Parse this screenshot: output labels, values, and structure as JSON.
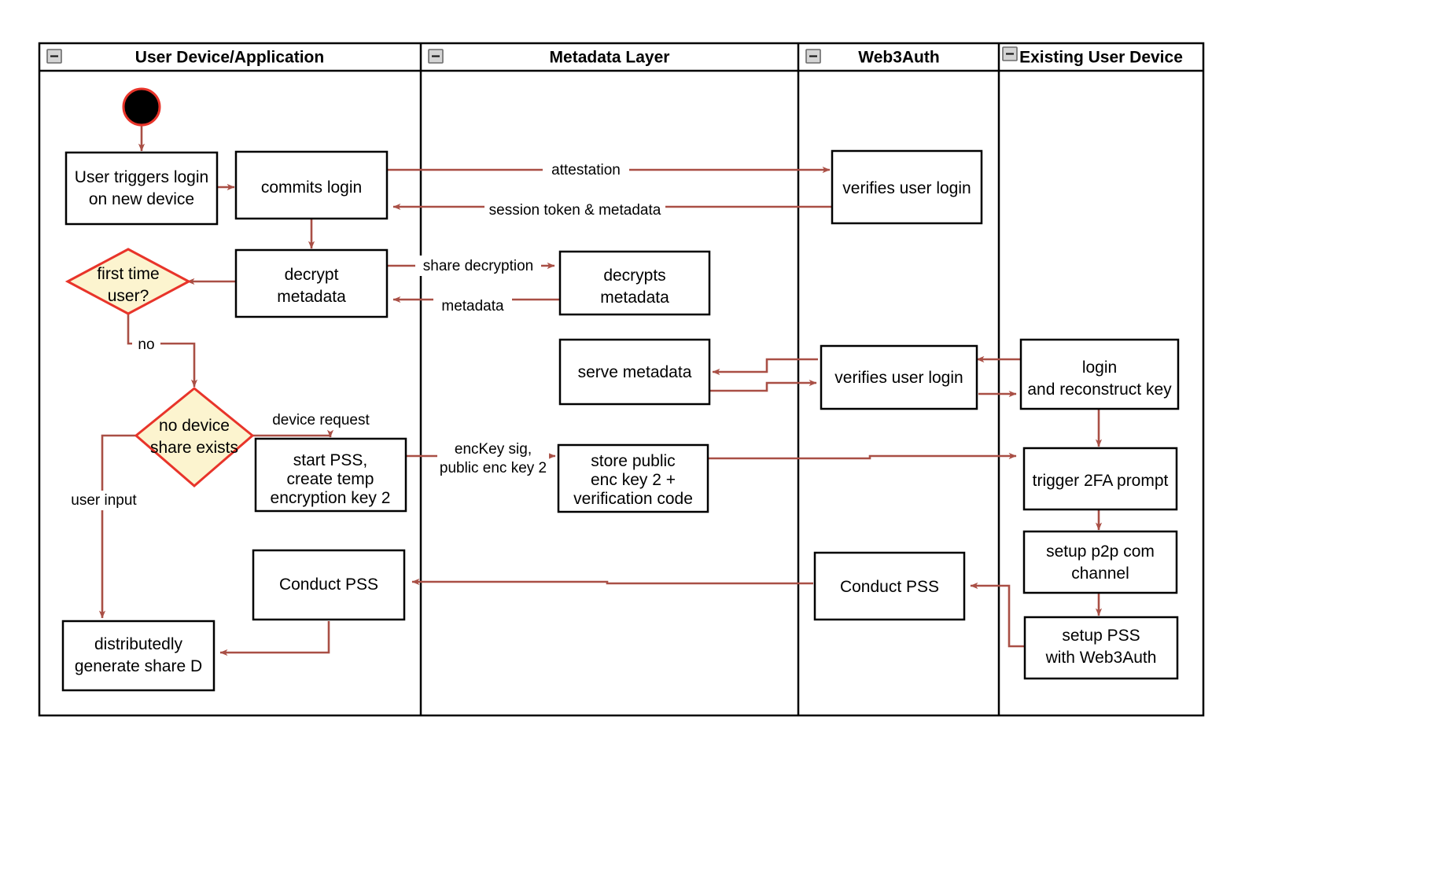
{
  "diagram": {
    "title": "Web3Auth new-device login activity diagram",
    "colors": {
      "edge": "#a94f45",
      "decision_fill": "#fcf4cf",
      "decision_stroke": "#e8342a",
      "node_stroke": "#000000",
      "node_fill": "#ffffff",
      "start_fill": "#000000",
      "start_stroke": "#e8342a",
      "lane_stroke": "#000000"
    },
    "lanes": [
      {
        "id": "lane-user-device",
        "label": "User Device/Application",
        "collapse_icon": "minus-icon"
      },
      {
        "id": "lane-metadata",
        "label": "Metadata Layer",
        "collapse_icon": "minus-icon"
      },
      {
        "id": "lane-web3auth",
        "label": "Web3Auth",
        "collapse_icon": "minus-icon"
      },
      {
        "id": "lane-existing-device",
        "label": "Existing User Device",
        "collapse_icon": "minus-icon"
      }
    ],
    "nodes": [
      {
        "id": "start",
        "type": "start",
        "label": "",
        "lane": "lane-user-device"
      },
      {
        "id": "user-triggers-login",
        "type": "activity",
        "label": "User triggers login\non new device",
        "lane": "lane-user-device"
      },
      {
        "id": "commits-login",
        "type": "activity",
        "label": "commits login",
        "lane": "lane-user-device"
      },
      {
        "id": "verifies-user-login-1",
        "type": "activity",
        "label": "verifies user login",
        "lane": "lane-web3auth"
      },
      {
        "id": "decrypt-metadata",
        "type": "activity",
        "label": "decrypt\nmetadata",
        "lane": "lane-user-device"
      },
      {
        "id": "first-time-user",
        "type": "decision",
        "label": "first time\nuser?",
        "lane": "lane-user-device"
      },
      {
        "id": "decrypts-metadata",
        "type": "activity",
        "label": "decrypts\nmetadata",
        "lane": "lane-metadata"
      },
      {
        "id": "serve-metadata",
        "type": "activity",
        "label": "serve metadata",
        "lane": "lane-metadata"
      },
      {
        "id": "verifies-user-login-2",
        "type": "activity",
        "label": "verifies user login",
        "lane": "lane-web3auth"
      },
      {
        "id": "login-reconstruct-key",
        "type": "activity",
        "label": "login\nand reconstruct key",
        "lane": "lane-existing-device"
      },
      {
        "id": "no-device-share-exists",
        "type": "decision",
        "label": "no device\nshare exists",
        "lane": "lane-user-device"
      },
      {
        "id": "start-pss",
        "type": "activity",
        "label": "start PSS,\ncreate temp\nencryption key 2",
        "lane": "lane-user-device"
      },
      {
        "id": "store-public-enc-key",
        "type": "activity",
        "label": "store public\nenc key 2 +\nverification code",
        "lane": "lane-metadata"
      },
      {
        "id": "trigger-2fa-prompt",
        "type": "activity",
        "label": "trigger 2FA prompt",
        "lane": "lane-existing-device"
      },
      {
        "id": "setup-p2p-channel",
        "type": "activity",
        "label": "setup p2p com\nchannel",
        "lane": "lane-existing-device"
      },
      {
        "id": "conduct-pss-left",
        "type": "activity",
        "label": "Conduct PSS",
        "lane": "lane-user-device"
      },
      {
        "id": "conduct-pss-right",
        "type": "activity",
        "label": "Conduct PSS",
        "lane": "lane-web3auth"
      },
      {
        "id": "setup-pss-web3auth",
        "type": "activity",
        "label": "setup PSS\nwith Web3Auth",
        "lane": "lane-existing-device"
      },
      {
        "id": "distributedly-generate-share-d",
        "type": "activity",
        "label": "distributedly\ngenerate share D",
        "lane": "lane-user-device"
      }
    ],
    "node_labels": {
      "user_triggers_login_l1": "User triggers login",
      "user_triggers_login_l2": "on new device",
      "commits_login": "commits login",
      "verifies_user_login_1": "verifies user login",
      "decrypt_metadata_l1": "decrypt",
      "decrypt_metadata_l2": "metadata",
      "first_time_user_l1": "first time",
      "first_time_user_l2": "user?",
      "decrypts_metadata_l1": "decrypts",
      "decrypts_metadata_l2": "metadata",
      "serve_metadata": "serve metadata",
      "verifies_user_login_2": "verifies user login",
      "login_reconstruct_l1": "login",
      "login_reconstruct_l2": "and reconstruct key",
      "no_device_share_l1": "no device",
      "no_device_share_l2": "share exists",
      "start_pss_l1": "start PSS,",
      "start_pss_l2": "create temp",
      "start_pss_l3": "encryption key 2",
      "store_public_l1": "store public",
      "store_public_l2": "enc key 2 +",
      "store_public_l3": "verification code",
      "trigger_2fa": "trigger 2FA prompt",
      "setup_p2p_l1": "setup p2p com",
      "setup_p2p_l2": "channel",
      "conduct_pss_left": "Conduct PSS",
      "conduct_pss_right": "Conduct PSS",
      "setup_pss_l1": "setup PSS",
      "setup_pss_l2": "with Web3Auth",
      "distributedly_l1": "distributedly",
      "distributedly_l2": "generate share D"
    },
    "edges": [
      {
        "id": "edge-start-to-trigger",
        "from": "start",
        "to": "user-triggers-login",
        "label": ""
      },
      {
        "id": "edge-trigger-to-commits",
        "from": "user-triggers-login",
        "to": "commits-login",
        "label": ""
      },
      {
        "id": "edge-commits-to-verifies",
        "from": "commits-login",
        "to": "verifies-user-login-1",
        "label": "attestation"
      },
      {
        "id": "edge-verifies-to-commits",
        "from": "verifies-user-login-1",
        "to": "commits-login",
        "label": "session token & metadata"
      },
      {
        "id": "edge-commits-to-decrypt",
        "from": "commits-login",
        "to": "decrypt-metadata",
        "label": ""
      },
      {
        "id": "edge-decrypt-to-decrypts",
        "from": "decrypt-metadata",
        "to": "decrypts-metadata",
        "label": "share decryption"
      },
      {
        "id": "edge-decrypts-to-decrypt",
        "from": "decrypts-metadata",
        "to": "decrypt-metadata",
        "label": "metadata"
      },
      {
        "id": "edge-decrypt-to-firsttime",
        "from": "decrypt-metadata",
        "to": "first-time-user",
        "label": ""
      },
      {
        "id": "edge-firsttime-to-nodevice",
        "from": "first-time-user",
        "to": "no-device-share-exists",
        "label": "no"
      },
      {
        "id": "edge-nodevice-to-startpss",
        "from": "no-device-share-exists",
        "to": "start-pss",
        "label": "device request"
      },
      {
        "id": "edge-nodevice-to-distributed",
        "from": "no-device-share-exists",
        "to": "distributedly-generate-share-d",
        "label": "user input"
      },
      {
        "id": "edge-startpss-to-store",
        "from": "start-pss",
        "to": "store-public-enc-key",
        "label": "encKey sig,\npublic enc key 2"
      },
      {
        "id": "edge-existing-to-verifies2",
        "from": "login-reconstruct-key",
        "to": "verifies-user-login-2",
        "label": ""
      },
      {
        "id": "edge-verifies2-to-serve",
        "from": "verifies-user-login-2",
        "to": "serve-metadata",
        "label": ""
      },
      {
        "id": "edge-serve-to-verifies2",
        "from": "serve-metadata",
        "to": "verifies-user-login-2",
        "label": ""
      },
      {
        "id": "edge-verifies2-to-existing",
        "from": "verifies-user-login-2",
        "to": "login-reconstruct-key",
        "label": ""
      },
      {
        "id": "edge-login-to-trigger2fa",
        "from": "login-reconstruct-key",
        "to": "trigger-2fa-prompt",
        "label": ""
      },
      {
        "id": "edge-store-to-trigger2fa",
        "from": "store-public-enc-key",
        "to": "trigger-2fa-prompt",
        "label": ""
      },
      {
        "id": "edge-trigger2fa-to-p2p",
        "from": "trigger-2fa-prompt",
        "to": "setup-p2p-channel",
        "label": ""
      },
      {
        "id": "edge-p2p-to-setuppss",
        "from": "setup-p2p-channel",
        "to": "setup-pss-web3auth",
        "label": ""
      },
      {
        "id": "edge-setuppss-to-conductpss-right",
        "from": "setup-pss-web3auth",
        "to": "conduct-pss-right",
        "label": ""
      },
      {
        "id": "edge-conductpss-right-to-left",
        "from": "conduct-pss-right",
        "to": "conduct-pss-left",
        "label": ""
      },
      {
        "id": "edge-conductpss-left-to-distributed",
        "from": "conduct-pss-left",
        "to": "distributedly-generate-share-d",
        "label": ""
      }
    ],
    "edge_labels": {
      "attestation": "attestation",
      "session_token": "session token & metadata",
      "share_decryption": "share decryption",
      "metadata": "metadata",
      "no": "no",
      "device_request": "device request",
      "user_input": "user input",
      "enckey_sig_l1": "encKey sig,",
      "enckey_sig_l2": "public enc key 2"
    }
  }
}
